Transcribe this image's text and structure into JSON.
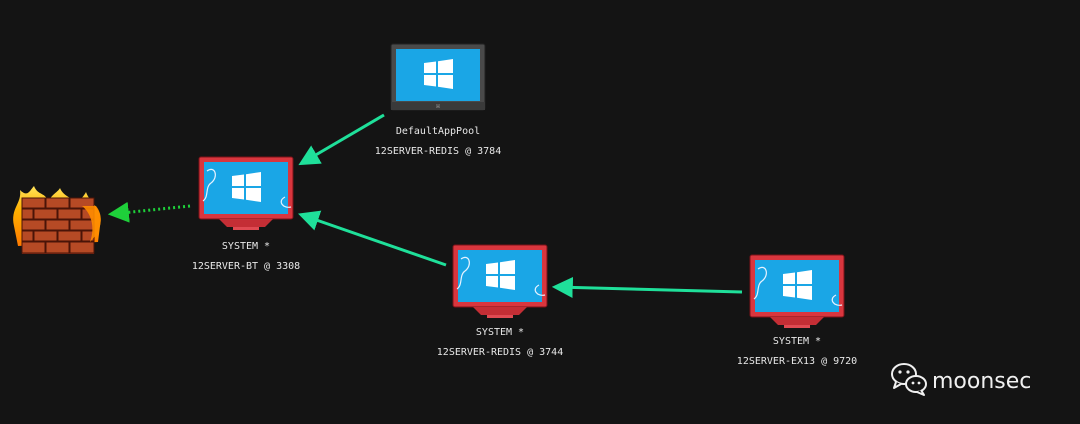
{
  "nodes": [
    {
      "id": "default-app-pool",
      "session_label": "DefaultAppPool",
      "host_label": "12SERVER-REDIS @ 3784",
      "style": "normal",
      "icon": "windows-monitor-icon"
    },
    {
      "id": "system-bt",
      "session_label": "SYSTEM *",
      "host_label": "12SERVER-BT @ 3308",
      "style": "elevated",
      "icon": "windows-monitor-elevated-icon"
    },
    {
      "id": "system-redis",
      "session_label": "SYSTEM *",
      "host_label": "12SERVER-REDIS @ 3744",
      "style": "elevated",
      "icon": "windows-monitor-elevated-icon"
    },
    {
      "id": "system-ex13",
      "session_label": "SYSTEM *",
      "host_label": "12SERVER-EX13 @ 9720",
      "style": "elevated",
      "icon": "windows-monitor-elevated-icon"
    }
  ],
  "firewall": {
    "icon": "firewall-icon"
  },
  "edges": [
    {
      "from": "default-app-pool",
      "to": "system-bt",
      "type": "solid"
    },
    {
      "from": "system-redis",
      "to": "system-bt",
      "type": "solid"
    },
    {
      "from": "system-ex13",
      "to": "system-redis",
      "type": "solid"
    },
    {
      "from": "system-bt",
      "to": "firewall",
      "type": "dotted"
    }
  ],
  "colors": {
    "background": "#141414",
    "edge_solid": "#1fe09a",
    "edge_dotted": "#1ed03a",
    "screen_blue": "#1aa6e6",
    "frame_red": "#d9363e",
    "frame_gray": "#555555"
  },
  "watermark": {
    "text": "moonsec",
    "icon": "wechat-icon"
  }
}
